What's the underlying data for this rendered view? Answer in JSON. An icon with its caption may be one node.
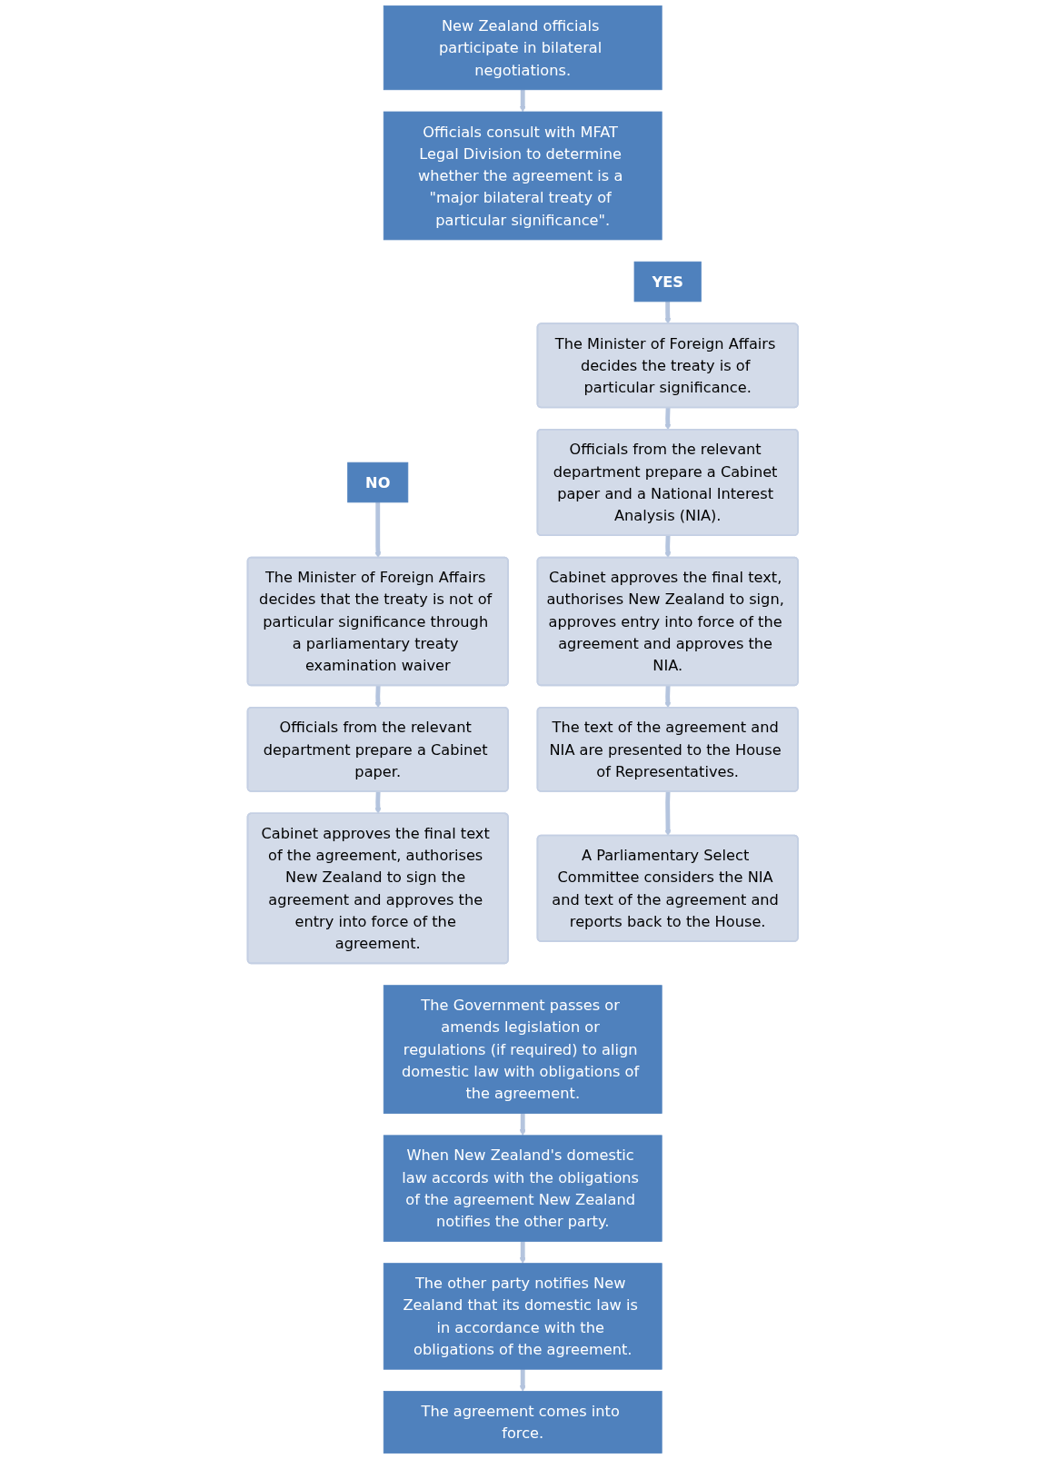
{
  "diagram": {
    "nodes": [
      {
        "text": [
          "New Zealand officials participate in bilateral negotiations."
        ]
      },
      {
        "text": [
          "Officials consult with MFAT Legal Division to determine whether the agreement is a \"major bilateral treaty of particular significance\"."
        ]
      },
      {
        "text": [
          "NO"
        ]
      },
      {
        "text": [
          "YES"
        ]
      },
      {
        "text": [
          "The Minister of Foreign Affairs decides that the treaty is not of particular significance through a parliamentary treaty examination waiver"
        ]
      },
      {
        "text": [
          "Officials from the relevant department prepare a Cabinet paper."
        ]
      },
      {
        "text": [
          "Cabinet approves the final text of the agreement, authorises New Zealand to sign the agreement and approves the entry into force of the agreement."
        ]
      },
      {
        "text": [
          "The Minister of Foreign Affairs decides the treaty is of particular significance."
        ]
      },
      {
        "text": [
          "Officials from the relevant department prepare a Cabinet paper and a National Interest Analysis (NIA)."
        ]
      },
      {
        "text": [
          "Cabinet approves the final text, authorises New Zealand to sign, approves entry into force of the agreement and approves the NIA."
        ]
      },
      {
        "text": [
          "The text of the agreement and NIA are presented to the House of Representatives."
        ]
      },
      {
        "text": [
          "A Parliamentary Select Committee considers the NIA and text of the agreement and reports back to the House."
        ]
      },
      {
        "text": [
          "The Government passes or amends legislation or regulations (if required) to align domestic law with obligations of the agreement."
        ]
      },
      {
        "text": [
          "When New Zealand's domestic law accords with the obligations of the agreement New Zealand notifies the other party."
        ]
      },
      {
        "text": [
          "The other party notifies New Zealand that its domestic law is in accordance with the obligations of the agreement."
        ]
      },
      {
        "text": [
          "The agreement comes into force."
        ]
      }
    ],
    "edges": [
      {
        "from": 0,
        "to": 1,
        "arrow": "to"
      },
      {
        "from": 2,
        "to": 4,
        "arrow": "to"
      },
      {
        "from": 4,
        "to": 5,
        "arrow": "to"
      },
      {
        "from": 5,
        "to": 6,
        "arrow": "to"
      },
      {
        "from": 3,
        "to": 7,
        "arrow": "to"
      },
      {
        "from": 7,
        "to": 8,
        "arrow": "to"
      },
      {
        "from": 8,
        "to": 9,
        "arrow": "to"
      },
      {
        "from": 9,
        "to": 10,
        "arrow": "to"
      },
      {
        "from": 10,
        "to": 11,
        "arrow": "to"
      },
      {
        "from": 12,
        "to": 13,
        "arrow": "to"
      },
      {
        "from": 13,
        "to": 14,
        "arrow": "to"
      },
      {
        "from": 14,
        "to": 15,
        "arrow": "to"
      }
    ]
  }
}
